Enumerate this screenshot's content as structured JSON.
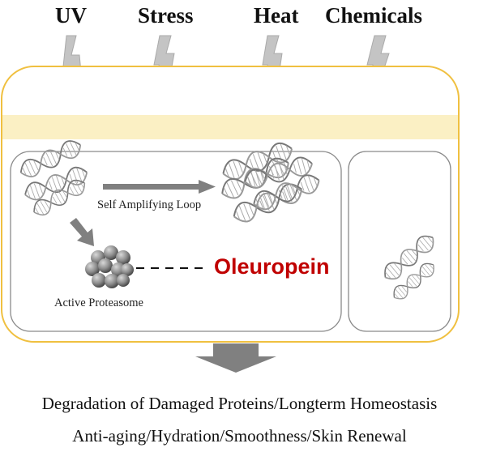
{
  "stressors": [
    {
      "id": "uv",
      "label": "UV"
    },
    {
      "id": "stress",
      "label": "Stress"
    },
    {
      "id": "heat",
      "label": "Heat"
    },
    {
      "id": "chemicals",
      "label": "Chemicals"
    }
  ],
  "cell": {
    "loop_label": "Self Amplifying Loop",
    "proteasome_label": "Active Proteasome",
    "compound_label": "Oleuropein"
  },
  "outcomes": {
    "line1": "Degradation of Damaged Proteins/Longterm Homeostasis",
    "line2": "Anti-aging/Hydration/Smoothness/Skin Renewal"
  },
  "colors": {
    "membrane_outline": "#f0c040",
    "membrane_band": "#fbf0c4",
    "compartment_outline": "#8a8a8a",
    "arrow_gray": "#808080",
    "bolt_gray": "#c4c4c4",
    "compound_red": "#c00000"
  }
}
